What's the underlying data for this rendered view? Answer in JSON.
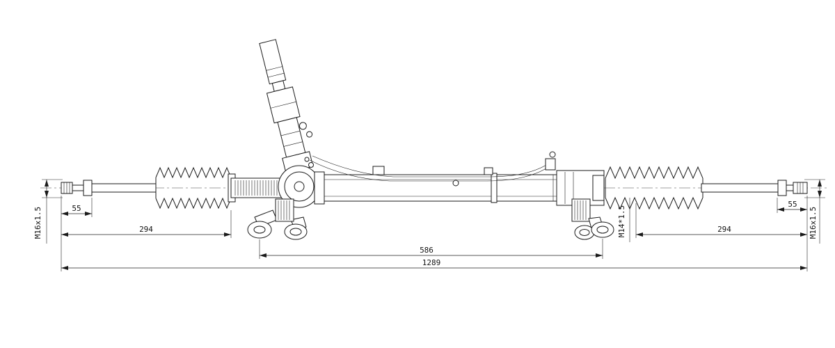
{
  "drawing": {
    "subject": "power-steering-rack-technical-drawing",
    "colors": {
      "line": "#1a1a1a",
      "background": "#ffffff"
    }
  },
  "dimensions": {
    "left_end_thread": "M16x1.5",
    "right_end_thread": "M16x1.5",
    "inner_joint_thread": "M14*1.5",
    "left_jam_nut_offset": "55",
    "right_jam_nut_offset": "55",
    "left_tie_rod_length": "294",
    "right_tie_rod_length": "294",
    "mounting_span": "586",
    "overall_length": "1289"
  }
}
